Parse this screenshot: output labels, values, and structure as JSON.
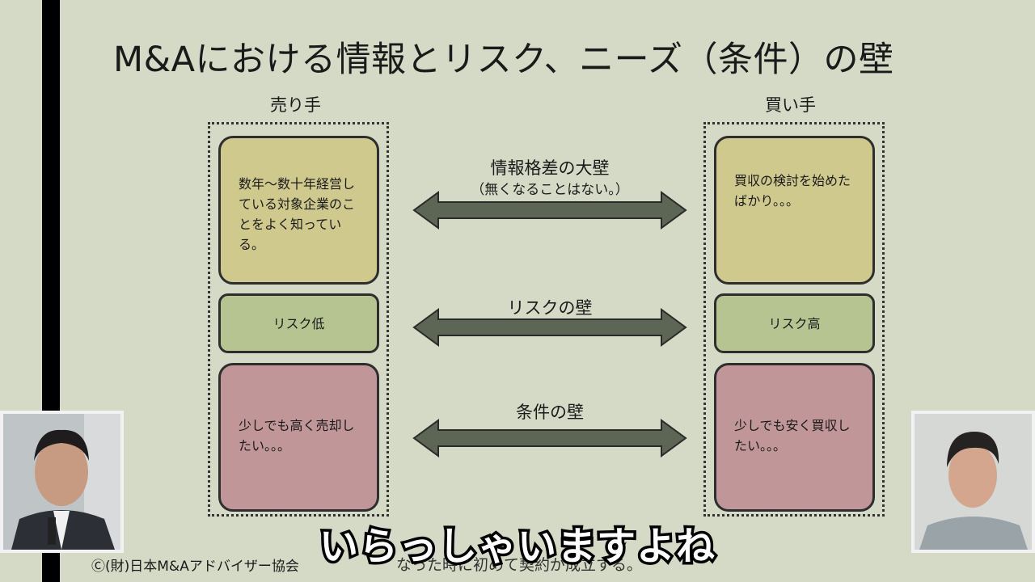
{
  "slide": {
    "title": "M&Aにおける情報とリスク、ニーズ（条件）の壁",
    "seller_label": "売り手",
    "buyer_label": "買い手",
    "seller": {
      "info": "数年～数十年経営している対象企業のことをよく知っている。",
      "risk": "リスク低",
      "condition": "少しでも高く売却したい。。。"
    },
    "buyer": {
      "info": "買収の検討を始めたばかり。。。",
      "risk": "リスク高",
      "condition": "少しでも安く買収したい。。。"
    },
    "walls": {
      "info_title": "情報格差の大壁",
      "info_sub": "（無くなることはない。）",
      "risk_title": "リスクの壁",
      "condition_title": "条件の壁"
    },
    "footer_partial": "なった時に初めて契約が成立する。"
  },
  "copyright": "Ⓒ(財)日本M&Aアドバイザー協会",
  "caption": "いらっしゃいますよね",
  "colors": {
    "background": "#d4dac6",
    "info_box": "#cfc98d",
    "risk_box": "#b6c492",
    "condition_box": "#c09698",
    "arrow": "#5d6655"
  }
}
